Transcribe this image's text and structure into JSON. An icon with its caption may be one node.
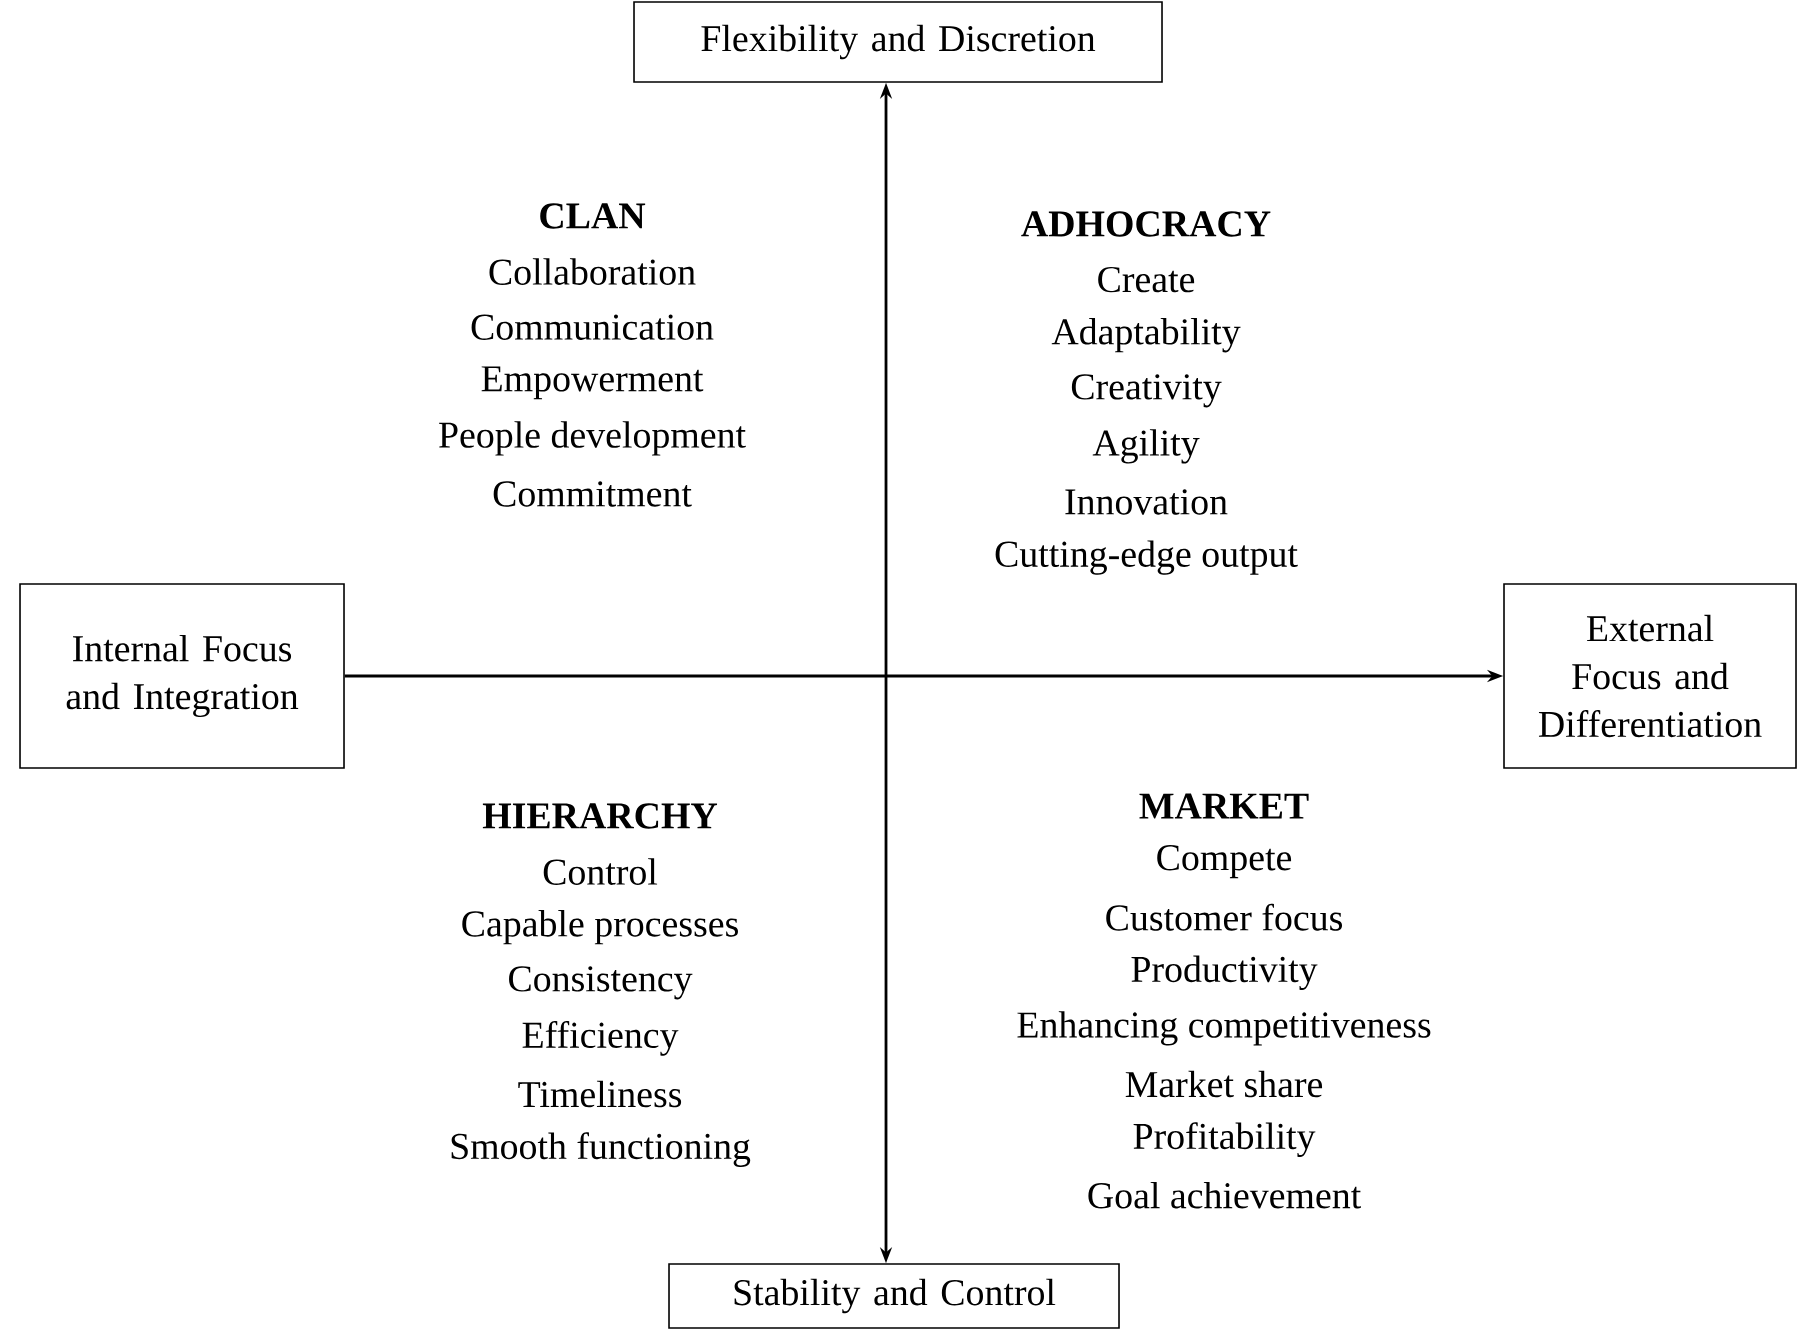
{
  "diagram": {
    "nodes": [
      {
        "text": [
          "Flexibility and Discretion"
        ]
      },
      {
        "text": [
          "Internal Focus and Integration"
        ]
      },
      {
        "text": [
          "External Focus and Differentiation"
        ]
      },
      {
        "text": [
          "Stability and Control"
        ]
      }
    ],
    "edges": [
      {
        "from": 3,
        "to": 0,
        "arrow": "both"
      },
      {
        "from": 1,
        "to": 2,
        "arrow": "to"
      }
    ],
    "labels": [
      "CLAN",
      "Collaboration",
      "Communication",
      "Empowerment",
      "People development",
      "Commitment",
      "ADHOCRACY",
      "Create",
      "Adaptability",
      "Creativity",
      "Agility",
      "Innovation",
      "Cutting-edge output",
      "HIERARCHY",
      "Control",
      "Capable processes",
      "Consistency",
      "Efficiency",
      "Timeliness",
      "Smooth functioning",
      "MARKET",
      "Compete",
      "Customer focus",
      "Productivity",
      "Enhancing competitiveness",
      "Market share",
      "Profitability",
      "Goal achievement"
    ]
  }
}
